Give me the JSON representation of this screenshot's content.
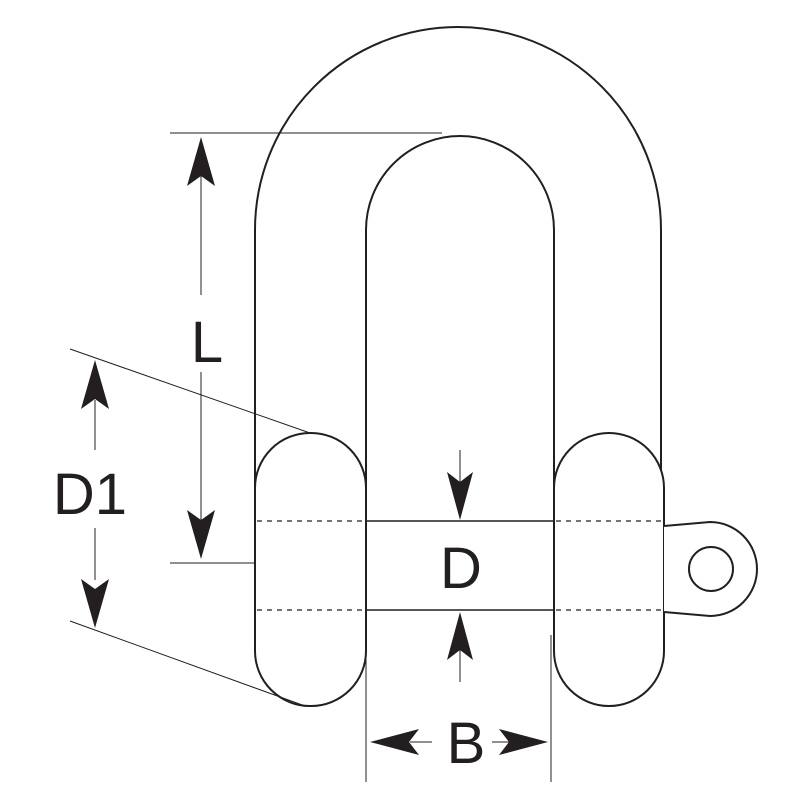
{
  "labels": {
    "length": "L",
    "body_diameter": "D1",
    "pin_diameter": "D",
    "inside_width": "B"
  },
  "colors": {
    "line": "#231f20",
    "background": "#ffffff"
  }
}
